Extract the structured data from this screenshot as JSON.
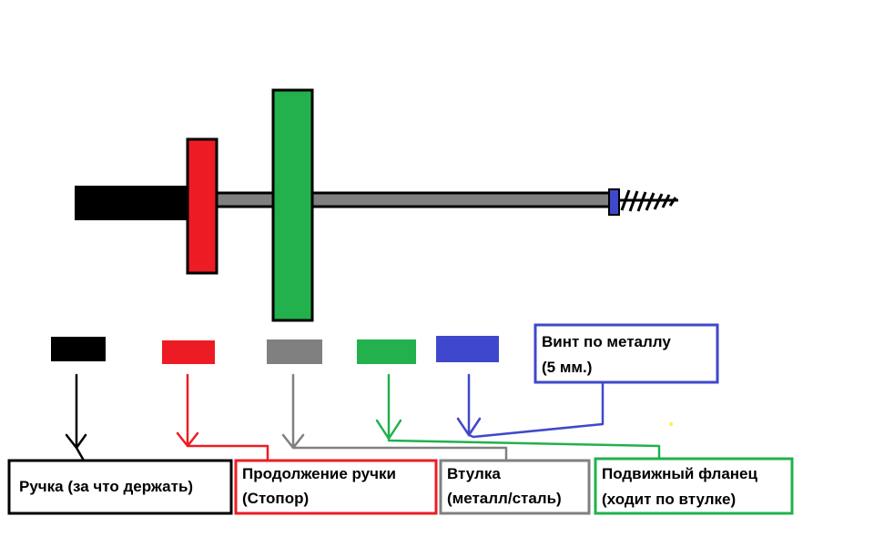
{
  "colors": {
    "handle": "#000000",
    "stopper": "#ED1C24",
    "sleeve": "#808080",
    "flange": "#22B14C",
    "screw": "#3F48CC",
    "note_dot": "#F7F04A"
  },
  "labels": {
    "handle": {
      "line1": "Ручка (за что держать)"
    },
    "stopper": {
      "line1": "Продолжение ручки",
      "line2": "(Стопор)"
    },
    "sleeve": {
      "line1": "Втулка",
      "line2": "(металл/сталь)"
    },
    "flange": {
      "line1": "Подвижный фланец",
      "line2": "(ходит по втулке)"
    },
    "screw": {
      "line1": "Винт по металлу",
      "line2": "(5 мм.)"
    }
  }
}
